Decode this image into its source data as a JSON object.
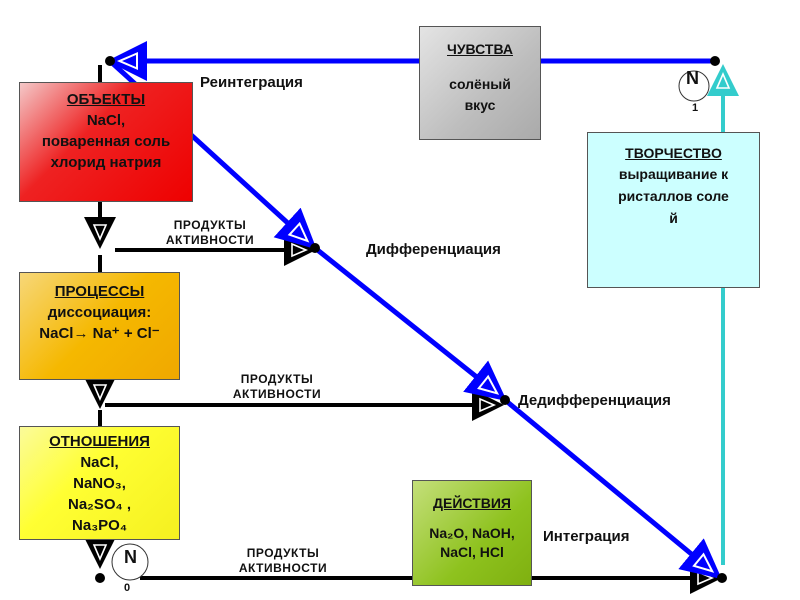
{
  "colors": {
    "blue": "#0000ff",
    "cyan": "#33cccc",
    "black": "#000000",
    "red": "#ee1111",
    "orange": "#f5b800",
    "yellow": "#ffff33",
    "gray": "#bdbdbd",
    "light_cyan": "#ccffff",
    "green": "#8ec21e"
  },
  "boxes": {
    "objects": {
      "title": "ОБЪЕКТЫ",
      "overlay": "NaCl,",
      "text": "поваренная соль хлорид натрия"
    },
    "processes": {
      "title": "ПРОЦЕССЫ",
      "text1": "диссоциация:",
      "text2": "NaCl→ Na⁺ + Cl⁻"
    },
    "relations": {
      "title": "ОТНОШЕНИЯ",
      "lines": [
        "NaCl,",
        "NaNO₃,",
        "Na₂SO₄ ,",
        "Na₃PO₄"
      ]
    },
    "feelings": {
      "title": "ЧУВСТВА",
      "text": "солёный вкус"
    },
    "creativity": {
      "title": "ТВОРЧЕСТВО",
      "text": "выращивание кристаллов солей"
    },
    "actions": {
      "title": "ДЕЙСТВИЯ",
      "line1": "Na₂O, NaOH,",
      "line2": "NaCl, HCl"
    }
  },
  "labels": {
    "reintegration": "Реинтеграция",
    "differentiation": "Дифференциация",
    "dedifferentiation": "Дедифференциация",
    "integration": "Интеграция",
    "activity_products": "ПРОДУКТЫ АКТИВНОСТИ"
  },
  "nodes": {
    "n1": {
      "letter": "N",
      "sub": "1"
    },
    "n0": {
      "letter": "N",
      "sub": "0"
    }
  }
}
